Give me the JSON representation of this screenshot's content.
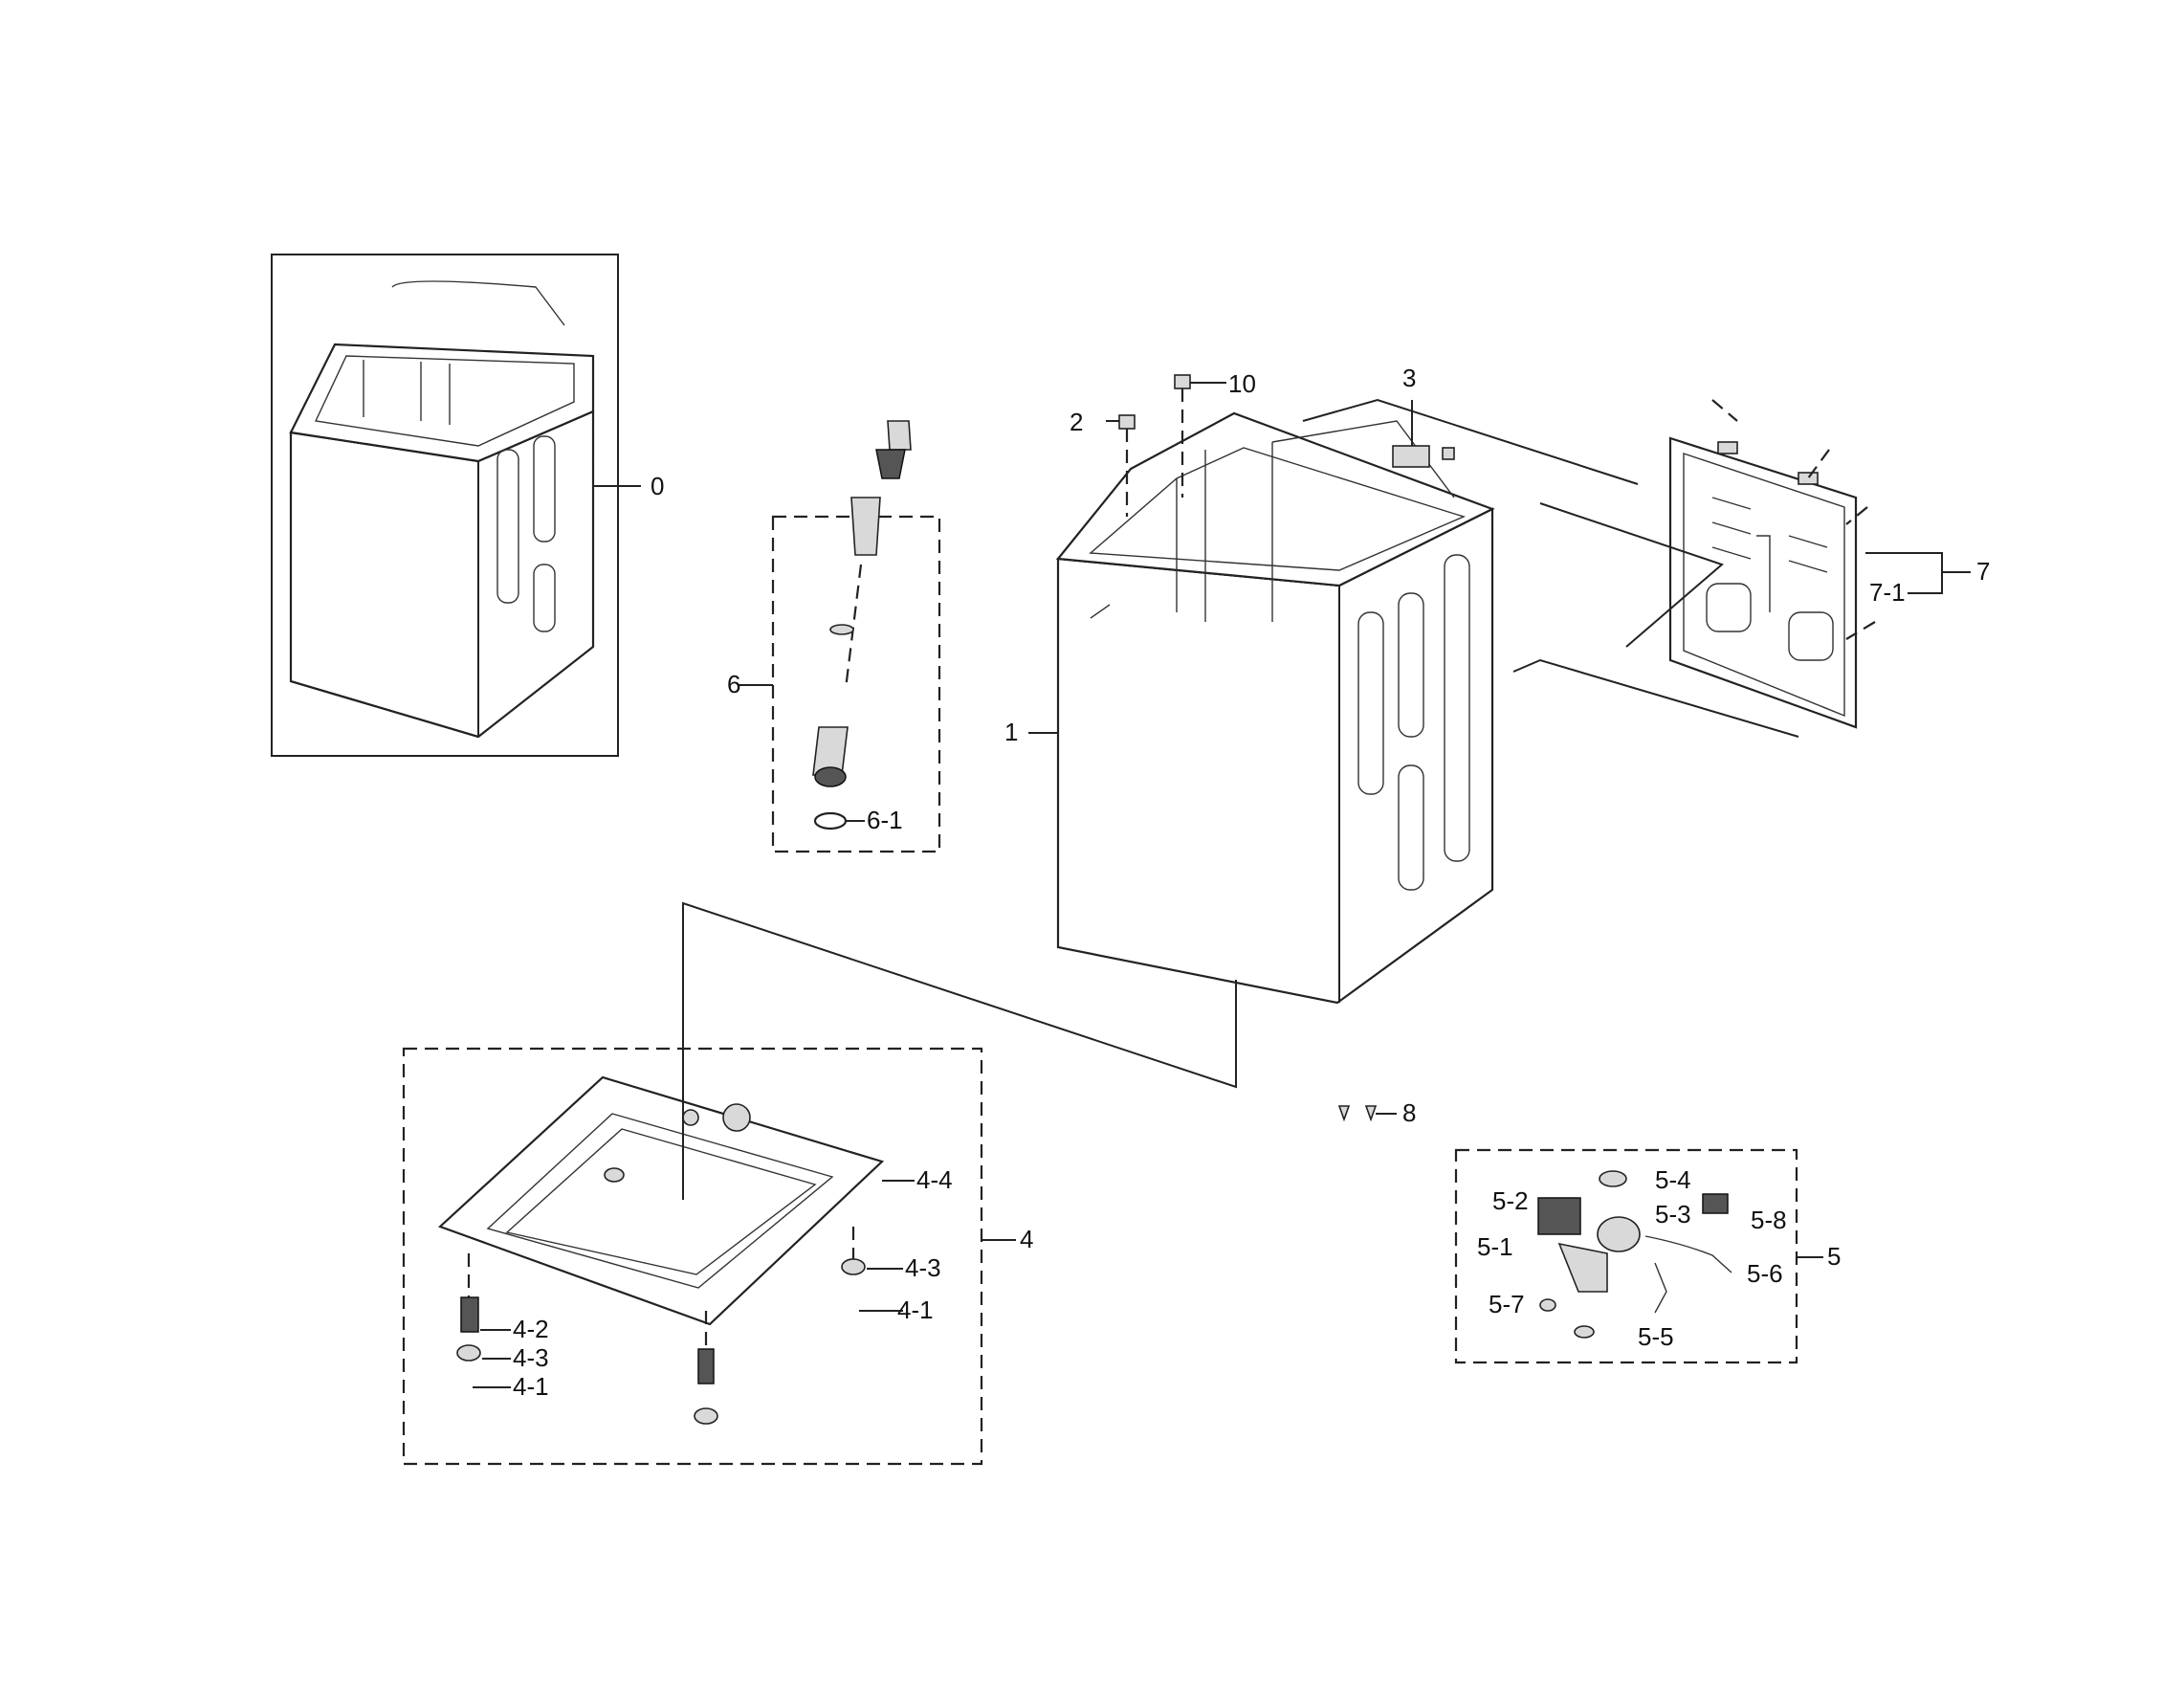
{
  "callouts": {
    "c0": "0",
    "c1": "1",
    "c2": "2",
    "c3": "3",
    "c4": "4",
    "c4_1a": "4-1",
    "c4_1b": "4-1",
    "c4_2": "4-2",
    "c4_3a": "4-3",
    "c4_3b": "4-3",
    "c4_4": "4-4",
    "c5": "5",
    "c5_1": "5-1",
    "c5_2": "5-2",
    "c5_3": "5-3",
    "c5_4": "5-4",
    "c5_5": "5-5",
    "c5_6": "5-6",
    "c5_7": "5-7",
    "c5_8": "5-8",
    "c6": "6",
    "c6_1": "6-1",
    "c7": "7",
    "c7_1": "7-1",
    "c8": "8",
    "c10": "10"
  }
}
